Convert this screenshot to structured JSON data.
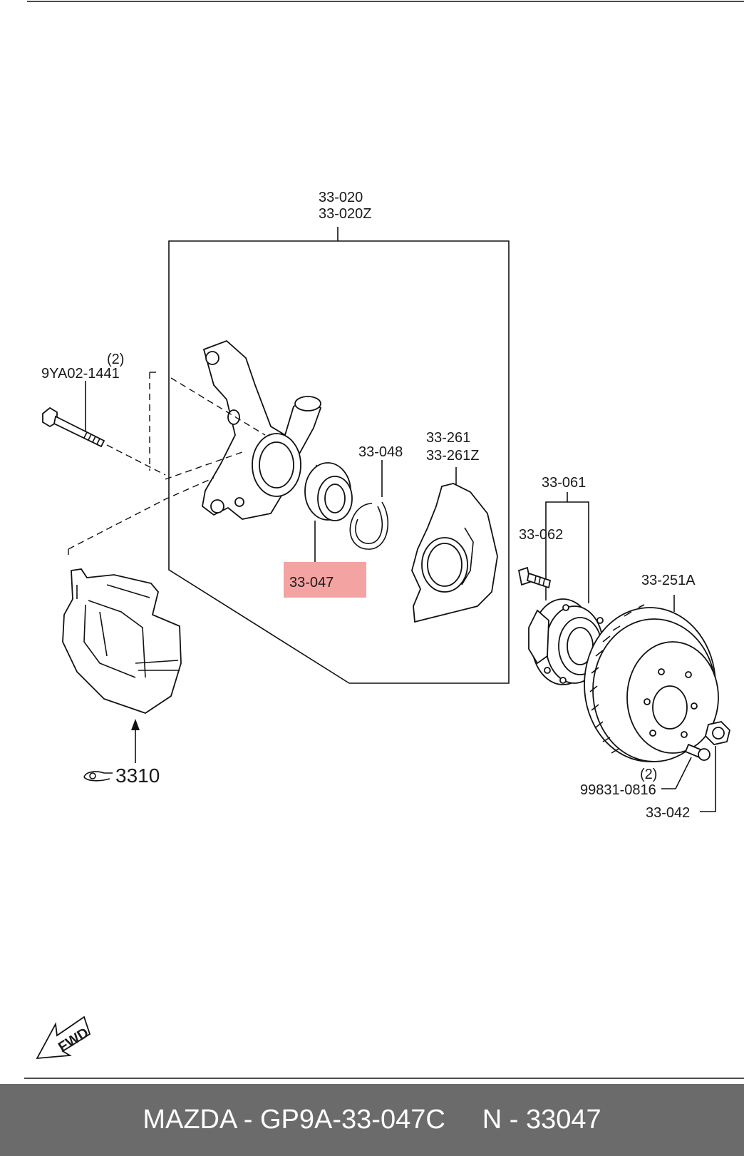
{
  "labels": {
    "assembly_a": "33-020",
    "assembly_b": "33-020Z",
    "bolt_qty": "(2)",
    "bolt": "9YA02-1441",
    "snap_ring": "33-048",
    "dust_cover_a": "33-261",
    "dust_cover_b": "33-261Z",
    "hub": "33-061",
    "hub_bolt": "33-062",
    "bearing": "33-047",
    "disc": "33-251A",
    "caliper_ref": "3310",
    "screw_qty": "(2)",
    "screw": "99831-0816",
    "nut": "33-042",
    "fwd": "FWD"
  },
  "highlight": {
    "part": "33-047",
    "color": "#f4a3a3"
  },
  "footer": {
    "brand_part": "MAZDA - GP9A-33-047C",
    "number": "N - 33047",
    "background": "#6b6b6b"
  }
}
